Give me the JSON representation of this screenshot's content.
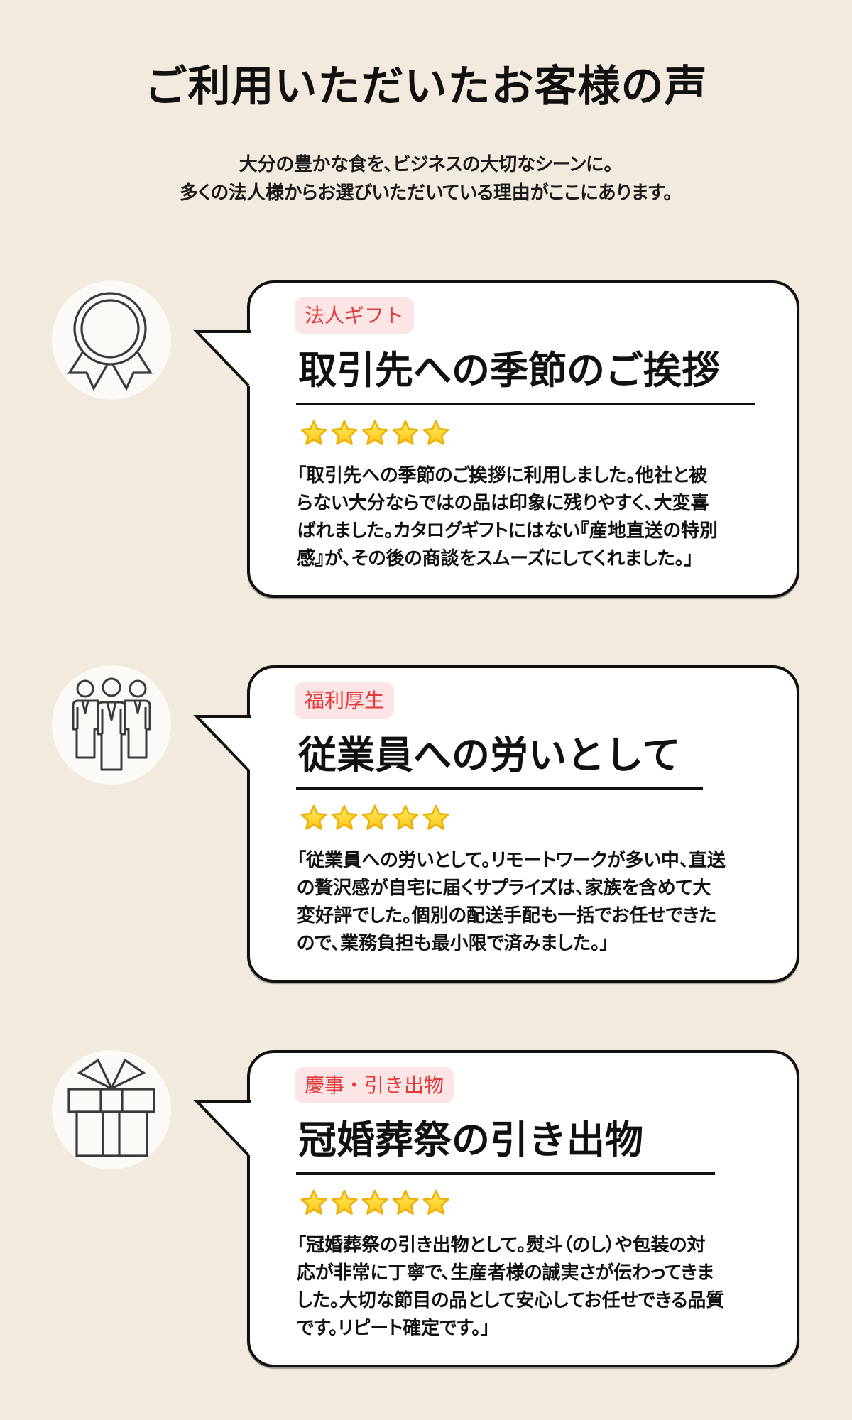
{
  "header": {
    "title": "ご利用いただいたお客様の声",
    "subtitle_lines": [
      "大分の豊かな食を、ビジネスの大切なシーンに。",
      "多くの法人様からお選びいただいている理由がここにあります。"
    ]
  },
  "testimonials": [
    {
      "icon": "award-ribbon-icon",
      "category": "法人ギフト",
      "title": "取引先への季節のご挨拶",
      "rating": 5,
      "review_lines": [
        "「取引先への季節のご挨拶に利用しました。他社と被",
        "らない大分ならではの品は印象に残りやすく、大変喜",
        "ばれました。カタログギフトにはない『産地直送の特別",
        "感』が、その後の商談をスムーズにしてくれました。」"
      ]
    },
    {
      "icon": "business-team-icon",
      "category": "福利厚生",
      "title": "従業員への労いとして",
      "rating": 5,
      "review_lines": [
        "「従業員への労いとして。リモートワークが多い中、直送",
        "の贅沢感が自宅に届くサプライズは、家族を含めて大",
        "変好評でした。個別の配送手配も一括でお任せできた",
        "ので、業務負担も最小限で済みました。」"
      ]
    },
    {
      "icon": "gift-box-icon",
      "category": "慶事・引き出物",
      "title": "冠婚葬祭の引き出物",
      "rating": 5,
      "review_lines": [
        "「冠婚葬祭の引き出物として。熨斗（のし）や包装の対",
        "応が非常に丁寧で、生産者様の誠実さが伝わってきま",
        "した。大切な節目の品として安心してお任せできる品質",
        "です。リピート確定です。」"
      ]
    }
  ],
  "theme": {
    "page_background": "#f2eadf",
    "bubble_background": "#ffffff",
    "bubble_border": "#111111",
    "badge_background": "#fde5e5",
    "badge_text": "#e23a3c",
    "star_fill": "#ffd43b",
    "icon_stroke": "#3a3a3a",
    "avatar_background": "#fcfaf6"
  }
}
